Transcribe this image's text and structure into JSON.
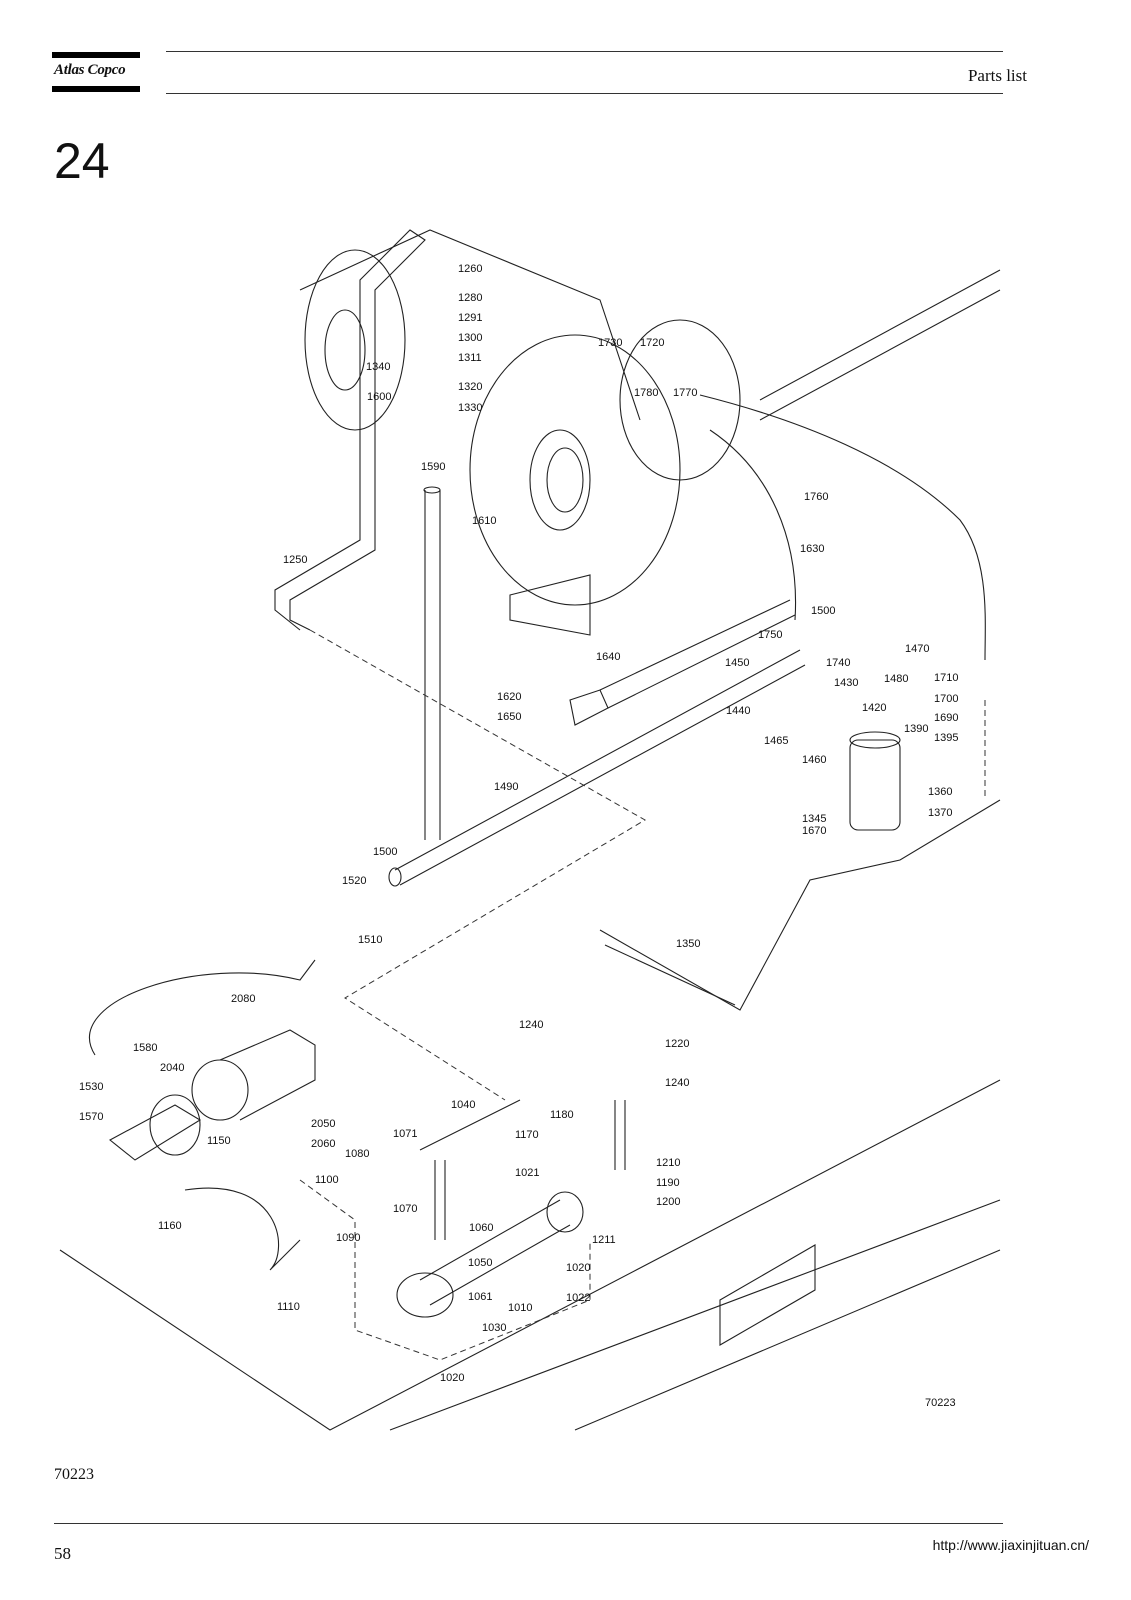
{
  "header": {
    "brand": "Atlas Copco",
    "title": "Parts list"
  },
  "section_number": "24",
  "drawing": {
    "code": "70223",
    "callouts": [
      "1260",
      "1280",
      "1291",
      "1300",
      "1311",
      "1340",
      "1320",
      "1330",
      "1600",
      "1590",
      "1610",
      "1250",
      "1730",
      "1720",
      "1780",
      "1770",
      "1760",
      "1630",
      "1500",
      "1750",
      "1740",
      "1470",
      "1480",
      "1710",
      "1700",
      "1690",
      "1450",
      "1430",
      "1420",
      "1440",
      "1465",
      "1460",
      "1390",
      "1395",
      "1360",
      "1370",
      "1345",
      "1670",
      "1640",
      "1620",
      "1650",
      "1490",
      "1500",
      "1520",
      "1510",
      "1350",
      "2080",
      "1580",
      "1530",
      "2040",
      "1570",
      "1150",
      "2050",
      "2060",
      "1160",
      "1240",
      "1220",
      "1240",
      "1180",
      "1170",
      "1040",
      "1071",
      "1080",
      "1100",
      "1090",
      "1070",
      "1060",
      "1050",
      "1061",
      "1021",
      "1211",
      "1020",
      "1010",
      "1022",
      "1030",
      "1020",
      "1210",
      "1190",
      "1200",
      "1110"
    ]
  },
  "footer": {
    "drawing_code": "70223",
    "page_number": "58",
    "url": "http://www.jiaxinjituan.cn/"
  }
}
